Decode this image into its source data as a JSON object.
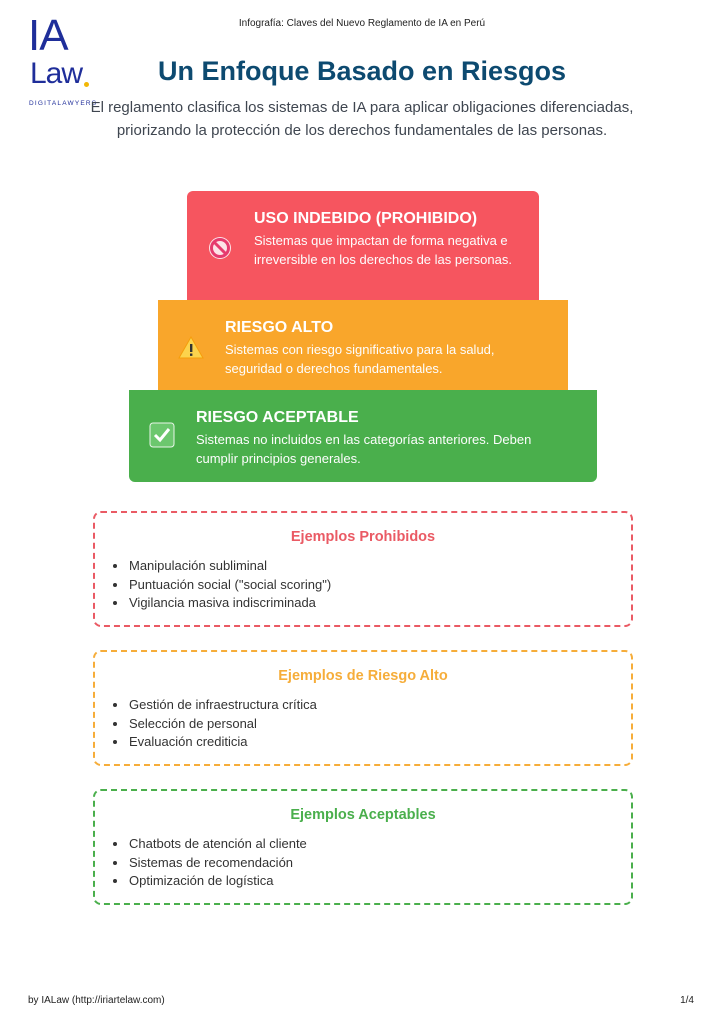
{
  "header": {
    "text": "Infografía: Claves del Nuevo Reglamento de IA en Perú"
  },
  "logo": {
    "main": "IA",
    "sub_main": "Law",
    "tagline": "DIGITALAWYERS",
    "accent_color": "#f2b705",
    "brand_color": "#1f2e9a"
  },
  "main": {
    "title": "Un Enfoque Basado en Riesgos",
    "intro": "El reglamento clasifica los sistemas de IA para aplicar obligaciones diferenciadas, priorizando la protección de los derechos fundamentales de las personas."
  },
  "pyramid": [
    {
      "title": "USO INDEBIDO (PROHIBIDO)",
      "description": "Sistemas que impactan de forma negativa e irreversible en los derechos de las personas.",
      "icon": "prohibited-icon",
      "color": "#f6555f"
    },
    {
      "title": "RIESGO ALTO",
      "description": "Sistemas con riesgo significativo para la salud, seguridad o derechos fundamentales.",
      "icon": "warning-icon",
      "color": "#f9a62b"
    },
    {
      "title": "RIESGO ACEPTABLE",
      "description": "Sistemas no incluidos en las categorías anteriores. Deben cumplir principios generales.",
      "icon": "check-icon",
      "color": "#4aaf4c"
    }
  ],
  "examples": [
    {
      "title": "Ejemplos Prohibidos",
      "color": "#ea5a64",
      "items": [
        "Manipulación subliminal",
        "Puntuación social (\"social scoring\")",
        "Vigilancia masiva indiscriminada"
      ]
    },
    {
      "title": "Ejemplos de Riesgo Alto",
      "color": "#f6ad3a",
      "items": [
        "Gestión de infraestructura crítica",
        "Selección de personal",
        "Evaluación crediticia"
      ]
    },
    {
      "title": "Ejemplos Aceptables",
      "color": "#4aaf4c",
      "items": [
        "Chatbots de atención al cliente",
        "Sistemas de recomendación",
        "Optimización de logística"
      ]
    }
  ],
  "footer": {
    "left": "by IALaw (http://iriartelaw.com)",
    "right": "1/4"
  }
}
